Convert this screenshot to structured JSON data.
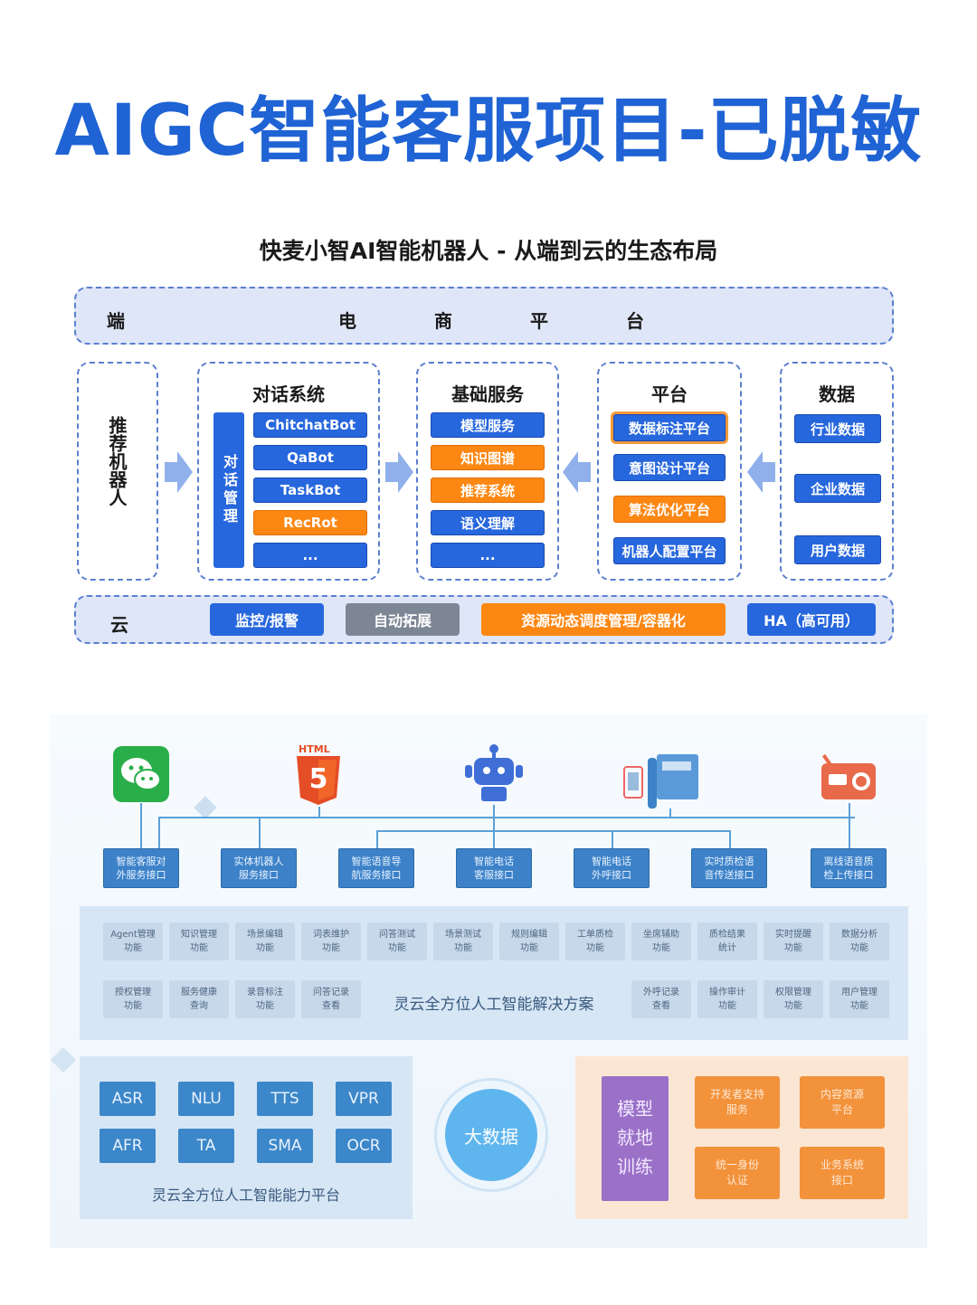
{
  "page_title": "AIGC智能客服项目-已脱敏",
  "diagram1": {
    "title": "快麦小智AI智能机器人 - 从端到云的生态布局",
    "top_band": {
      "label": "端",
      "platform_chars": [
        "电",
        "商",
        "平",
        "台"
      ]
    },
    "left_column": {
      "label": "推荐机器人"
    },
    "dialog_system": {
      "title": "对话系统",
      "side_label": "对话管理",
      "items": [
        "ChitchatBot",
        "QaBot",
        "TaskBot",
        "RecRot",
        "..."
      ]
    },
    "basic_services": {
      "title": "基础服务",
      "items": [
        "模型服务",
        "知识图谱",
        "推荐系统",
        "语义理解",
        "..."
      ]
    },
    "platform": {
      "title": "平台",
      "items": [
        "数据标注平台",
        "意图设计平台",
        "算法优化平台",
        "机器人配置平台"
      ]
    },
    "data": {
      "title": "数据",
      "items": [
        "行业数据",
        "企业数据",
        "用户数据"
      ]
    },
    "cloud_band": {
      "label": "云",
      "items": [
        "监控/报警",
        "自动拓展",
        "资源动态调度管理/容器化",
        "HA（高可用）"
      ]
    },
    "colors": {
      "blue": "#2767dd",
      "orange": "#fd8713",
      "gray": "#7d8694",
      "band": "#dfe6f8"
    }
  },
  "diagram2": {
    "channel_icons": [
      "wechat-icon",
      "html5-icon",
      "robot-icon",
      "phone-icon",
      "radio-icon"
    ],
    "html5_label": "HTML",
    "html5_number": "5",
    "interfaces": [
      [
        "智能客服对",
        "外服务接口"
      ],
      [
        "实体机器人",
        "服务接口"
      ],
      [
        "智能语音导",
        "航服务接口"
      ],
      [
        "智能电话",
        "客服接口"
      ],
      [
        "智能电话",
        "外呼接口"
      ],
      [
        "实时质检语",
        "音传送接口"
      ],
      [
        "离线语音质",
        "检上传接口"
      ]
    ],
    "functions_row1": [
      [
        "Agent管理",
        "功能"
      ],
      [
        "知识管理",
        "功能"
      ],
      [
        "场景编辑",
        "功能"
      ],
      [
        "词表维护",
        "功能"
      ],
      [
        "问答测试",
        "功能"
      ],
      [
        "场景测试",
        "功能"
      ],
      [
        "规则编辑",
        "功能"
      ],
      [
        "工单质检",
        "功能"
      ],
      [
        "坐席辅助",
        "功能"
      ],
      [
        "质检结果",
        "统计"
      ],
      [
        "实时提醒",
        "功能"
      ],
      [
        "数据分析",
        "功能"
      ]
    ],
    "functions_row2_left": [
      [
        "授权管理",
        "功能"
      ],
      [
        "服务健康",
        "查询"
      ],
      [
        "录音标注",
        "功能"
      ],
      [
        "问答记录",
        "查看"
      ]
    ],
    "solution_label": "灵云全方位人工智能解决方案",
    "functions_row2_right": [
      [
        "外呼记录",
        "查看"
      ],
      [
        "操作审计",
        "功能"
      ],
      [
        "权限管理",
        "功能"
      ],
      [
        "用户管理",
        "功能"
      ]
    ],
    "capabilities": [
      "ASR",
      "NLU",
      "TTS",
      "VPR",
      "AFR",
      "TA",
      "SMA",
      "OCR"
    ],
    "capability_platform_label": "灵云全方位人工智能能力平台",
    "big_data_label": "大数据",
    "model_training_label": [
      "模型",
      "就地",
      "训练"
    ],
    "orange_services": [
      [
        "开发者支持",
        "服务"
      ],
      [
        "内容资源",
        "平台"
      ],
      [
        "统一身份",
        "认证"
      ],
      [
        "业务系统",
        "接口"
      ]
    ]
  }
}
